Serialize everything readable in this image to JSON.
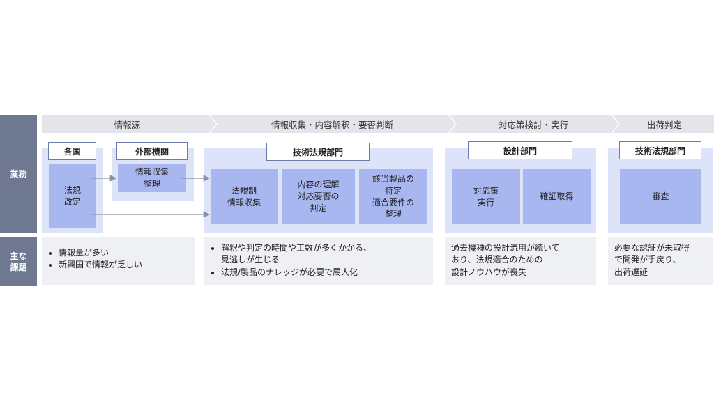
{
  "row_labels": {
    "business": "業務",
    "issues": "主な\n課題"
  },
  "phases": [
    "情報源",
    "情報収集・内容解釈・要否判断",
    "対応策検討・実行",
    "出荷判定"
  ],
  "source": {
    "countries_label": "各国",
    "countries_box": "法規\n改定",
    "external_label": "外部機関",
    "external_box": "情報収集\n整理"
  },
  "collect": {
    "dept": "技術法規部門",
    "boxes": [
      "法規制\n情報収集",
      "内容の理解\n対応要否の\n判定",
      "該当製品の\n特定\n適合要件の\n整理"
    ]
  },
  "execute": {
    "dept": "設計部門",
    "boxes": [
      "対応策\n実行",
      "確証取得"
    ]
  },
  "ship": {
    "dept": "技術法規部門",
    "box": "審査"
  },
  "issues": {
    "source": [
      "情報量が多い",
      "新興国で情報が乏しい"
    ],
    "collect": [
      "解釈や判定の時間や工数が多くかかる、\n見逃しが生じる",
      "法規/製品のナレッジが必要で属人化"
    ],
    "execute": "過去機種の設計流用が続いて\nおり、法規適合のための\n設計ノウハウが喪失",
    "ship": "必要な認証が未取得\nで開発が手戻り、\n出荷遅延"
  },
  "colors": {
    "rowlabel": "#6e7891",
    "chevron": "#e3e5ea",
    "zone": "#dde3f8",
    "box": "#a9b7f0",
    "issue": "#eff0f3",
    "arrow": "#8a93a8"
  }
}
